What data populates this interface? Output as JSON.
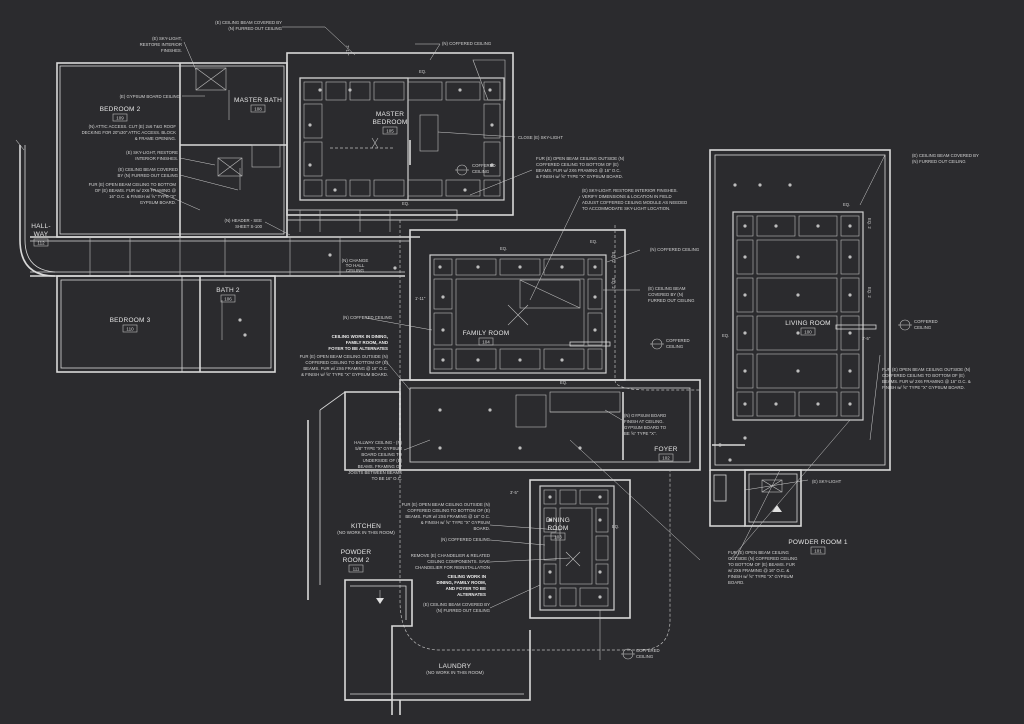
{
  "rooms": {
    "bedroom2": {
      "name": "BEDROOM 2",
      "num": "109"
    },
    "master_bath": {
      "name": "MASTER BATH",
      "num": "108"
    },
    "master_bedroom": {
      "name1": "MASTER",
      "name2": "BEDROOM",
      "num": "105"
    },
    "hallway": {
      "name1": "HALL-",
      "name2": "WAY",
      "num": "112"
    },
    "bedroom3": {
      "name": "BEDROOM 3",
      "num": "110"
    },
    "bath2": {
      "name": "BATH 2",
      "num": "106"
    },
    "family_room": {
      "name": "FAMILY ROOM",
      "num": "104"
    },
    "living_room": {
      "name": "LIVING ROOM",
      "num": "100"
    },
    "foyer": {
      "name": "FOYER",
      "num": "102"
    },
    "dining_room": {
      "name1": "DINING",
      "name2": "ROOM",
      "num": "103"
    },
    "kitchen": {
      "name": "KITCHEN",
      "sub": "(NO WORK IN THIS ROOM)"
    },
    "powder_room2": {
      "name1": "POWDER",
      "name2": "ROOM 2",
      "num": "111"
    },
    "powder_room1": {
      "name": "POWDER ROOM 1",
      "num": "101"
    },
    "laundry": {
      "name": "LAUNDRY",
      "sub": "(NO WORK IN THIS ROOM)"
    }
  },
  "notes": {
    "beam_top": [
      "(E) CEILING BEAM COVERED BY",
      "(N) FURRED OUT CEILING"
    ],
    "coffered_top": [
      "(N) COFFERED CEILING"
    ],
    "skylight_tl": [
      "(E) SKY-LIGHT,",
      "RESTORE INTERIOR",
      "FINISHES."
    ],
    "gypsum_mb": [
      "(E) GYPSUM BOARD CEILING"
    ],
    "attic": [
      "(N) ATTIC ACCESS. CUT (E) 2x6 T&G ROOF",
      "DECKING FOR 20\"x30\" ATTIC ACCESS. BLOCK",
      "& FRAME OPENING."
    ],
    "skylight_ml": [
      "(E) SKY-LIGHT, RESTORE",
      "INTERIOR FINISHES."
    ],
    "beam_ml": [
      "(E) CEILING BEAM COVERED",
      "BY (N) FURRED OUT CEILING"
    ],
    "fur_ml": [
      "FUR (E) OPEN BEAM CEILING TO BOTTOM",
      "OF (E) BEAMS. FUR w/ 2X6 FRAMING @",
      "16\" O.C. & FINISH w/ ⅝\" TYPE \"X\"",
      "GYPSUM BOARD."
    ],
    "header": [
      "(N) HEADER - SEE",
      "SHEET S-100"
    ],
    "close_sky": [
      "CLOSE (E) SKY-LIGHT"
    ],
    "coffered_mb": [
      "COFFERED",
      "CEILING"
    ],
    "fur_mb": [
      "FUR (E) OPEN BEAM CEILING OUTSIDE (N)",
      "COFFERED CEILING TO BOTTOM OF (E)",
      "BEAMS. FUR w/ 2X6 FRAMING @ 16\" O.C.",
      "& FINISH w/ ⅝\" TYPE \"X\" GYPSUM BOARD."
    ],
    "sky_fr": [
      "(E) SKY-LIGHT. RESTORE INTERIOR FINISHES.",
      "VERIFY DIMENSIONS & LOCATION IN FIELD",
      "ADJUST COFFERED CEILING MODULE AS NEEDED",
      "TO ACCOMMODATE SKY-LIGHT LOCATION."
    ],
    "beam_lr": [
      "(E) CEILING BEAM COVERED BY",
      "(N) FURRED OUT CEILING"
    ],
    "coffered_lr": [
      "(N) COFFERED CEILING"
    ],
    "beam_fr": [
      "(E) CEILING BEAM",
      "COVERED BY (N)",
      "FURRED OUT CEILING"
    ],
    "coffered_fr": [
      "COFFERED",
      "CEILING"
    ],
    "coffered_lr2": [
      "COFFERED",
      "CEILING"
    ],
    "fur_lr": [
      "FUR (E) OPEN BEAM CEILING OUTSIDE (N)",
      "COFFERED CEILING TO BOTTOM OF (E)",
      "BEAMS. FUR w/ 2X6 FRAMING @ 16\" O.C. &",
      "FINISH w/ ⅝\" TYPE \"X\" GYPSUM BOARD."
    ],
    "coffered_fr_left": [
      "(N) COFFERED CEILING"
    ],
    "alternates1": [
      "CEILING WORK IN DINING,",
      "FAMILY ROOM, AND",
      "FOYER TO BE ALTERNATES"
    ],
    "fur_fr": [
      "FUR (E) OPEN BEAM CEILING OUTSIDE (N)",
      "COFFERED CEILING TO BOTTOM OF (E)",
      "BEAMS. FUR w/ 2X6 FRAMING @ 16\" O.C.",
      "& FINISH w/ ⅝\" TYPE \"X\" GYPSUM BOARD."
    ],
    "gypsum_foyer": [
      "(N) GYPSUM BOARD",
      "FINISH AT CEILING.",
      "GYPSUM BOARD TO",
      "BE ⅝\" TYPE \"X\"."
    ],
    "hallway_ceiling": [
      "HALLWAY CEILING - (N)",
      "5/8\" TYPE \"X\" GYPSUM",
      "BOARD CEILING TO",
      "UNDERSIDE OF (E)",
      "BEAMS. FRAMING OF",
      "JOISTS BETWEEN BEAMS",
      "TO BE 16\" O.C."
    ],
    "fur_dr": [
      "FUR (E) OPEN BEAM CEILING OUTSIDE (N)",
      "COFFERED CEILING TO BOTTOM OF (E)",
      "BEAMS. FUR w/ 2X6 FRAMING @ 16\" O.C.",
      "& FINISH w/ ⅝\" TYPE \"X\" GYPSUM",
      "BOARD."
    ],
    "coffered_dr": [
      "(N) COFFERED CEILING"
    ],
    "chandelier": [
      "REMOVE (E) CHANDELIER & RELATED",
      "CEILING COMPONENTS. SAVE",
      "CHANDELIER FOR REINSTALLATION"
    ],
    "alternates2": [
      "CEILING WORK IN",
      "DINING, FAMILY ROOM,",
      "AND FOYER TO BE",
      "ALTERNATES"
    ],
    "beam_dr": [
      "(E) CEILING BEAM COVERED BY",
      "(N) FURRED OUT CEILING"
    ],
    "coffered_bottom": [
      "COFFERED",
      "CEILING"
    ],
    "sky_pr1": [
      "(E) SKY-LIGHT"
    ],
    "fur_pr1": [
      "FUR (E) OPEN BEAM CEILING",
      "OUTSIDE (N) COFFERED CEILING",
      "TO BOTTOM OF (E) BEAMS. FUR",
      "w/ 2X6 FRAMING @ 16\" O.C. &",
      "FINISH w/ ⅝\" TYPE \"X\" GYPSUM",
      "BOARD."
    ],
    "no_change": [
      "(N) CHANGE",
      "TO HALL",
      "CEILING"
    ]
  },
  "dims": {
    "eq": "EQ.",
    "eq2": "EQ. 2",
    "d1": "1'-11\"",
    "d2": "2'-5\"",
    "d3": "3'-5\"",
    "d4": "7'-11\""
  }
}
